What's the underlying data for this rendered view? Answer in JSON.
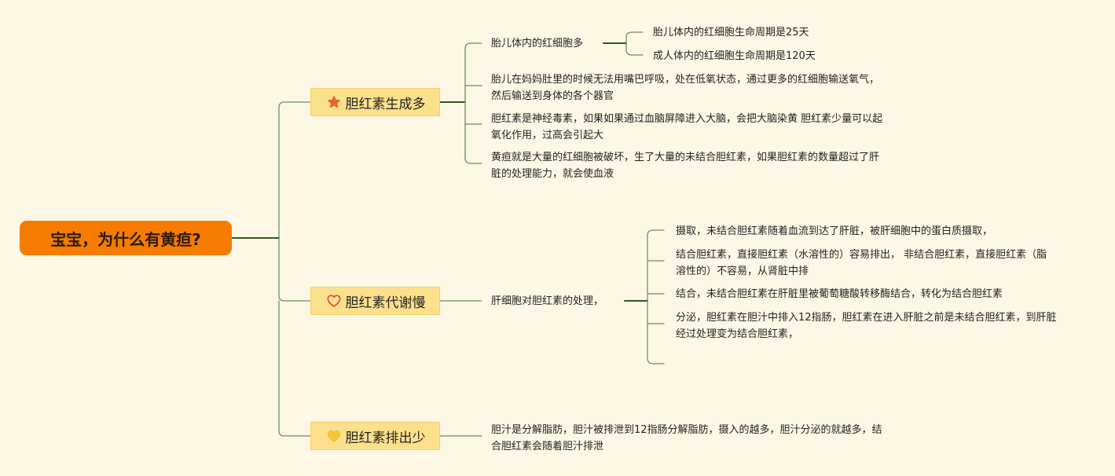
{
  "root": {
    "title": "宝宝，为什么有黄疸?"
  },
  "branches": [
    {
      "label": "胆红素生成多",
      "icon": "star-icon",
      "children": [
        {
          "text": "胎儿体内的红细胞多",
          "children": [
            {
              "text": "胎儿体内的红细胞生命周期是25天"
            },
            {
              "text": "成人体内的红细胞生命周期是120天"
            }
          ]
        },
        {
          "text": "胎儿在妈妈肚里的时候无法用嘴巴呼吸，处在低氧状态，通过更多的红细胞输送氧气，然后输送到身体的各个器官"
        },
        {
          "text": "胆红素是神经毒素，如果如果通过血脑屏障进入大脑，会把大脑染黄 胆红素少量可以起氧化作用，过高会引起大"
        },
        {
          "text": "黄疸就是大量的红细胞被破坏，生了大量的未结合胆红素，如果胆红素的数量超过了肝脏的处理能力，就会使血液"
        }
      ]
    },
    {
      "label": "胆红素代谢慢",
      "icon": "heart-icon",
      "children": [
        {
          "text": "肝细胞对胆红素的处理，",
          "children": [
            {
              "text": "摄取，未结合胆红素随着血流到达了肝脏，被肝细胞中的蛋白质摄取，"
            },
            {
              "text": "结合胆红素，直接胆红素（水溶性的）容易排出， 非结合胆红素，直接胆红素（脂溶性的）不容易，从肾脏中排"
            },
            {
              "text": "结合，未结合胆红素在肝脏里被葡萄糖酸转移酶结合，转化为结合胆红素"
            },
            {
              "text": "分泌，胆红素在胆汁中排入12指肠，胆红素在进入肝脏之前是未结合胆红素，到肝脏经过处理变为结合胆红素，"
            },
            {
              "text": ""
            }
          ]
        }
      ]
    },
    {
      "label": "胆红素排出少",
      "icon": "heart-filled-icon",
      "children": [
        {
          "text": "胆汁是分解脂肪，胆汁被排泄到12指肠分解脂肪，摄入的越多，胆汁分泌的就越多，结合胆红素会随着胆汁排泄"
        }
      ]
    }
  ],
  "colors": {
    "background": "#fdf8e6",
    "root": "#f57c00",
    "branch": "#fde08c",
    "line": "#6b8f50",
    "line_dark": "#2f5a1d",
    "star": "#e8643c",
    "heart": "#e04848",
    "heart_filled": "#f7c63a"
  }
}
